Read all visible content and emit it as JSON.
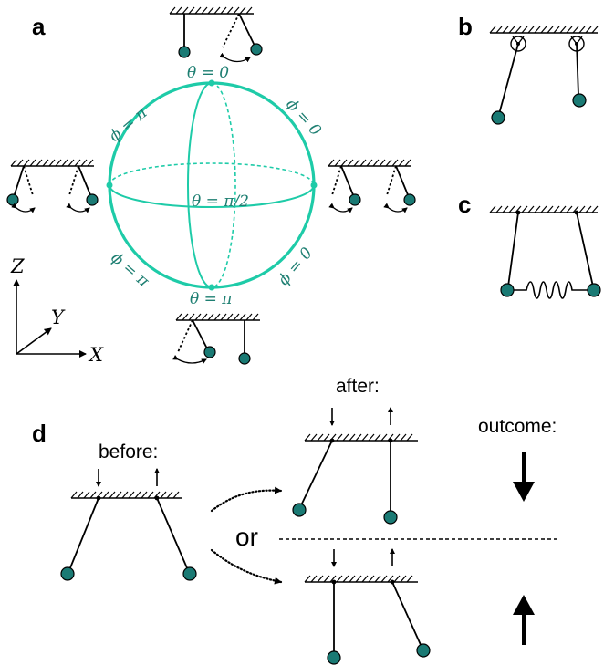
{
  "panels": {
    "a": "a",
    "b": "b",
    "c": "c",
    "d": "d"
  },
  "sphere": {
    "top": "θ = 0",
    "equator": "θ = π/2",
    "bottom": "θ = π",
    "upper_left": "ϕ = π",
    "upper_right": "ϕ = 0",
    "lower_left": "ϕ = π",
    "lower_right": "ϕ = 0"
  },
  "axes": {
    "z": "Z",
    "y": "Y",
    "x": "X"
  },
  "measurement": {
    "before": "before:",
    "after": "after:",
    "outcome": "outcome:",
    "or": "or"
  },
  "colors": {
    "sphere": "#1ecba8",
    "sphere_text": "#1e7f72",
    "bob": "#1a7a74"
  }
}
